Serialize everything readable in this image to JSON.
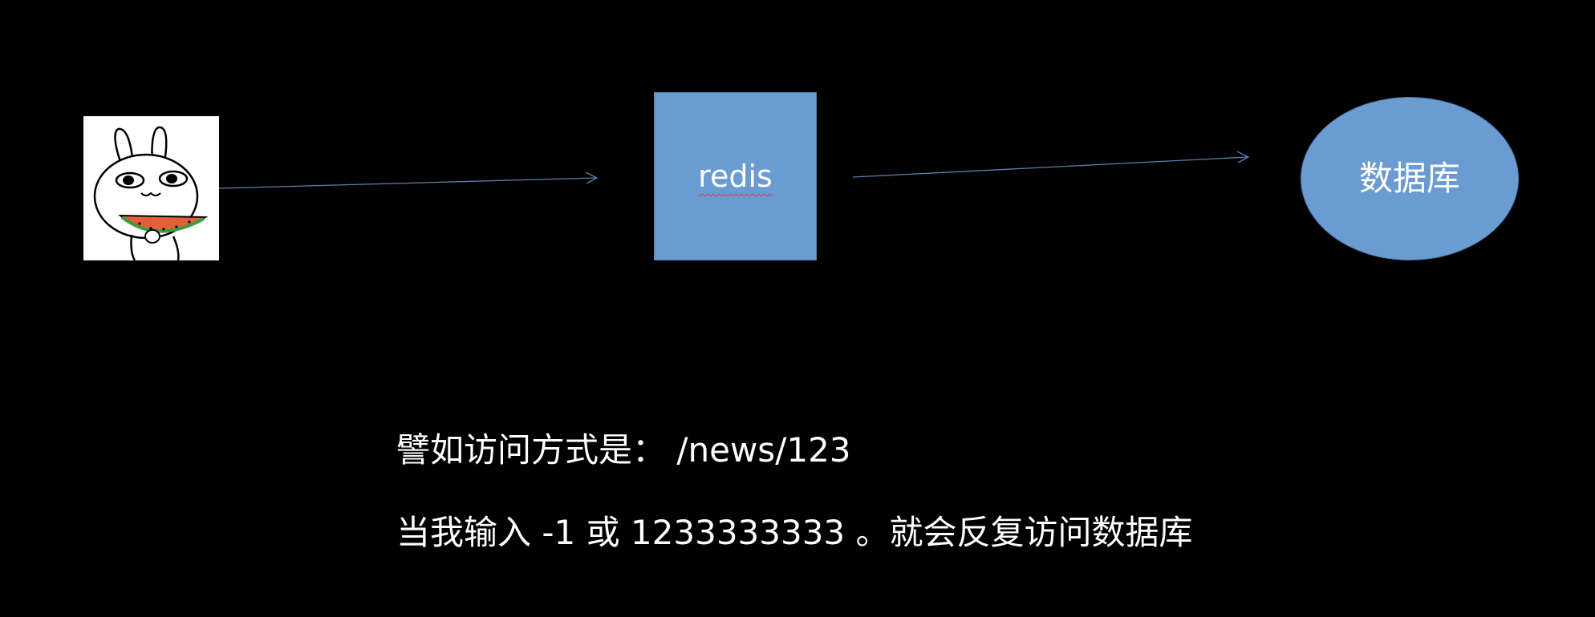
{
  "nodes": {
    "redis": {
      "label": "redis"
    },
    "database": {
      "label": "数据库"
    }
  },
  "captions": [
    "譬如访问方式是： /news/123",
    "当我输入 -1 或 1233333333 。就会反复访问数据库"
  ],
  "colors": {
    "background": "#000000",
    "node_fill": "#6A9BD1",
    "node_border": "#4F7FB6",
    "arrow": "#5B7FB0",
    "text": "#ffffff"
  },
  "icons": {
    "avatar": "rabbit-eating-watermelon-icon"
  }
}
